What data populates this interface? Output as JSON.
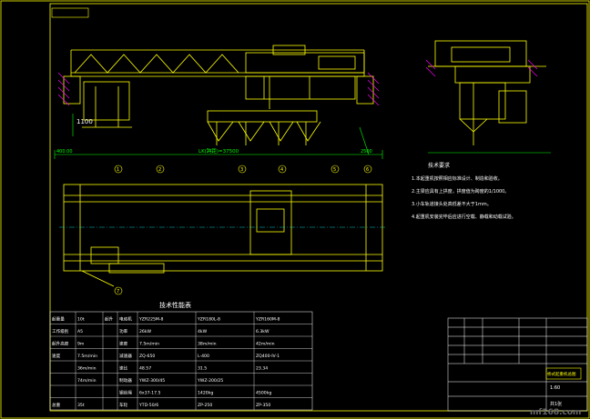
{
  "colors": {
    "background": "#000000",
    "structure": "#ffff00",
    "dimension": "#00ff00",
    "annotation": "#ffffff",
    "hatch": "#ff00ff",
    "accent": "#00ffff"
  },
  "dimensions": {
    "hook_height": "1100",
    "span": "LK(跨距)=37500",
    "left_limit": "400.00",
    "right_limit": "2500"
  },
  "callouts": [
    "1",
    "2",
    "3",
    "4",
    "5",
    "6",
    "7"
  ],
  "tech_requirements": {
    "title": "技术要求",
    "lines": [
      "1.本起重机按照相应标准设计、制造和验收。",
      "2.主梁应具有上拱度，拱度值为跨度的1/1000。",
      "3.小车轨道接头处高低差不大于1mm。",
      "4.起重机安装完毕后应进行空载、静载和动载试验。"
    ]
  },
  "spec_table": {
    "title": "技术性能表",
    "rows": [
      [
        "起重量",
        "10t",
        "起升",
        "电动机",
        "YZR225M-8",
        "YZR180L-8",
        "YZR160M-8"
      ],
      [
        "工作级别",
        "A5",
        "",
        "功率",
        "26kW",
        "4kW",
        "6.3kW"
      ],
      [
        "起升高度",
        "9m",
        "",
        "速度",
        "7.5m/min",
        "38m/min",
        "42m/min"
      ],
      [
        "速度",
        "7.5m/min",
        "",
        "减速器",
        "ZQ-650",
        "L-400",
        "ZQ400-IV-1"
      ],
      [
        "",
        "36m/min",
        "",
        "速比",
        "48.57",
        "31.5",
        "23.34"
      ],
      [
        "",
        "74m/min",
        "",
        "制动器",
        "YWZ-300/45",
        "YWZ-200/25",
        ""
      ],
      [
        "",
        "",
        "",
        "钢丝绳",
        "6x37-17.5",
        "1420kg",
        "4500kg"
      ],
      [
        "总重",
        "35t",
        "",
        "车轮",
        "YTD-50/6",
        "ZP-250",
        "ZP-350"
      ]
    ]
  },
  "title_block": {
    "drawing_name": "桥式起重机总图",
    "scale": "1:60",
    "sheet": "共1张"
  },
  "watermark": "mf168.com"
}
